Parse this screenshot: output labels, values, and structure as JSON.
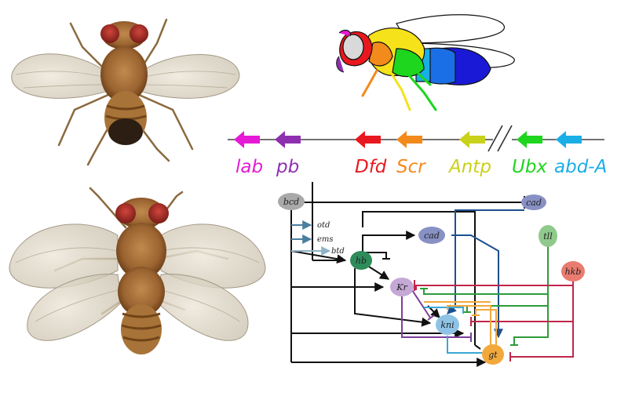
{
  "hox_cluster": {
    "genes": [
      {
        "label": "lab",
        "color": "#e619d6"
      },
      {
        "label": "pb",
        "color": "#8e2fb0"
      },
      {
        "label": "Dfd",
        "color": "#e8181e"
      },
      {
        "label": "Scr",
        "color": "#f38a1c"
      },
      {
        "label": "Antp",
        "color": "#c9d11a"
      },
      {
        "label": "Ubx",
        "color": "#1dd61d"
      },
      {
        "label": "abd-A",
        "color": "#1aaee6"
      }
    ]
  },
  "fly_photos": {
    "top": {
      "icon": "wild-type-fly-photo"
    },
    "bottom": {
      "icon": "four-winged-mutant-fly-photo"
    }
  },
  "cartoon_fly": {
    "icon": "hox-colored-fly-cartoon",
    "segment_colors": [
      "#e619d6",
      "#8e2fb0",
      "#e8181e",
      "#f38a1c",
      "#f5e21a",
      "#1dd61d",
      "#1aaee6",
      "#1a1ad6"
    ]
  },
  "network": {
    "nodes": {
      "bcd": {
        "label": "bcd",
        "color": "#a9a9a9"
      },
      "cad_top": {
        "label": "cad",
        "color": "#8891c4"
      },
      "cad_mid": {
        "label": "cad",
        "color": "#8891c4"
      },
      "tll": {
        "label": "tll",
        "color": "#8fc98c"
      },
      "hkb": {
        "label": "hkb",
        "color": "#ea7b6f"
      },
      "hb": {
        "label": "hb",
        "color": "#2e8b5a"
      },
      "Kr": {
        "label": "Kr",
        "color": "#c5a8d6"
      },
      "kni": {
        "label": "kni",
        "color": "#8fc3e6"
      },
      "gt": {
        "label": "gt",
        "color": "#f2a93b"
      }
    },
    "inputs": {
      "otd": "otd",
      "ems": "ems",
      "btd": "btd"
    }
  }
}
